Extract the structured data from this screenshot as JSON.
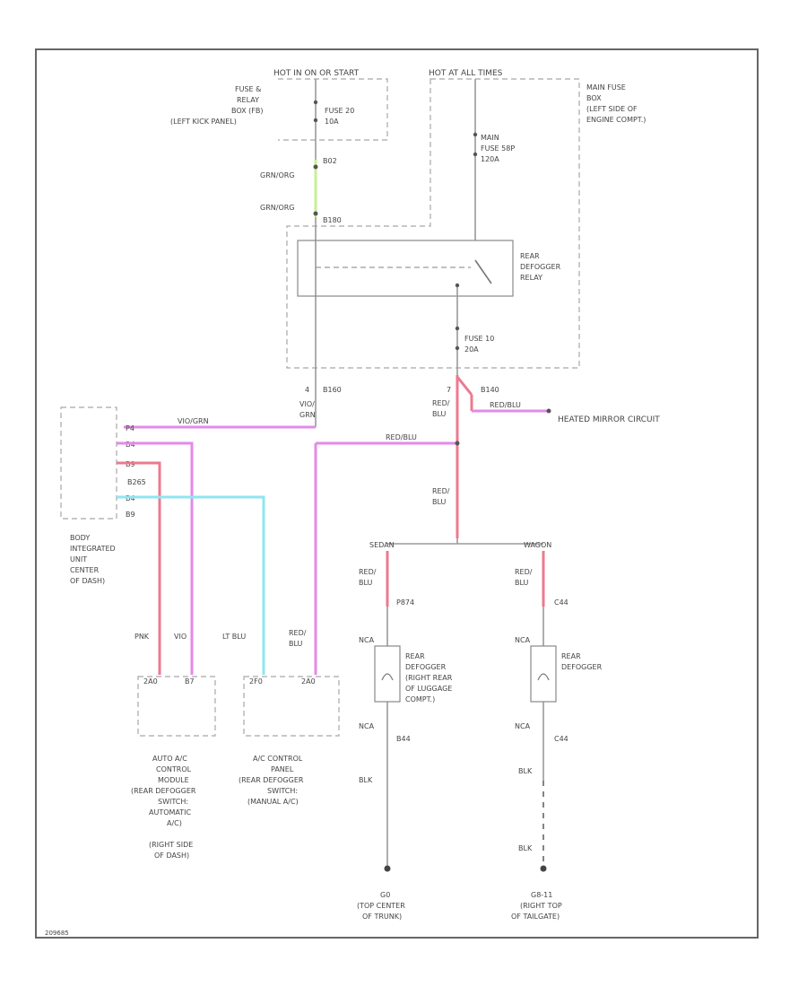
{
  "colors": {
    "wire_plain": "#9a9a9a",
    "wire_pink": "#e38ae8",
    "wire_red": "#ec7a8e",
    "wire_blue": "#8fe6f0",
    "wire_green": "#c8ef9a",
    "box_dashed": "#a8a8a8",
    "frame": "#666666",
    "text": "#444444"
  },
  "power": {
    "hot_run_start": "HOT IN ON OR START",
    "hot_all_times": "HOT AT ALL TIMES"
  },
  "fuse_box_left": {
    "label": [
      "FUSE &",
      "RELAY",
      "BOX (FB)",
      "(LEFT KICK PANEL)"
    ],
    "fuse": [
      "FUSE 20",
      "10A"
    ]
  },
  "fuse_box_right": {
    "label": [
      "MAIN FUSE",
      "BOX",
      "(LEFT SIDE OF",
      "ENGINE COMPT.)"
    ],
    "fuse": [
      "MAIN",
      "FUSE 58P",
      "120A"
    ],
    "fuse_10": [
      "FUSE 10",
      "20A"
    ]
  },
  "relay": {
    "label": [
      "REAR",
      "DEFOGGER",
      "RELAY"
    ]
  },
  "connectors": {
    "b02": "B02",
    "b180": "B180",
    "b160": "B160",
    "b140": "B140",
    "pin_4": "4",
    "pin_7": "7",
    "p874": "P874",
    "c44": "C44",
    "b44": "B44",
    "c44b": "C44",
    "b265": "B265",
    "b9": "B9"
  },
  "wires": {
    "grn_org_1": "GRN/ORG",
    "grn_org_2": "GRN/ORG",
    "vio_grn": [
      "VIO/",
      "GRN"
    ],
    "red_blu_1": [
      "RED/",
      "BLU"
    ],
    "red_blu_2": [
      "RED/",
      "BLU"
    ],
    "red_blu_horiz": "RED/BLU",
    "red_blu_mirror": "RED/BLU",
    "vio_grn_horiz": "VIO/GRN",
    "sedan": "SEDAN",
    "wagon": "WAGON",
    "red_blu_sedan": [
      "RED/",
      "BLU"
    ],
    "red_blu_wagon": [
      "RED/",
      "BLU"
    ],
    "nca_1": "NCA",
    "nca_2": "NCA",
    "nca_3": "NCA",
    "nca_4": "NCA",
    "blk_1": "BLK",
    "blk_2": "BLK",
    "blk_3": "BLK",
    "pnk": "PNK",
    "vio": "VIO",
    "lt_blu": "LT BLU",
    "red_blu_bottom": [
      "RED/",
      "BLU"
    ]
  },
  "heated_mirror": "HEATED MIRROR CIRCUIT",
  "body_unit": {
    "label": [
      "BODY",
      "INTEGRATED",
      "UNIT",
      "CENTER",
      "OF DASH)"
    ],
    "pins": [
      "P4",
      "B4",
      "B9",
      "B265",
      "B4",
      "B9"
    ]
  },
  "auto_ac": {
    "label": [
      "AUTO A/C",
      "CONTROL",
      "MODULE",
      "(REAR DEFOGGER",
      "SWITCH:",
      "AUTOMATIC",
      "A/C)",
      "(RIGHT SIDE",
      "OF DASH)"
    ],
    "pins": [
      "2A0",
      "B7"
    ]
  },
  "ac_panel": {
    "label": [
      "A/C CONTROL",
      "PANEL",
      "(REAR DEFOGGER",
      "SWITCH:",
      "(MANUAL A/C)"
    ],
    "pins": [
      "2F0",
      "2A0"
    ]
  },
  "defogger_sedan": {
    "label": [
      "REAR",
      "DEFOGGER",
      "(RIGHT REAR",
      "OF LUGGAGE",
      "COMPT.)"
    ]
  },
  "defogger_wagon": {
    "label": [
      "REAR",
      "DEFOGGER"
    ]
  },
  "ground_sedan": {
    "id": "G0",
    "label": [
      "(TOP CENTER",
      "OF TRUNK)"
    ]
  },
  "ground_wagon": {
    "id": "G8-11",
    "label": [
      "(RIGHT TOP",
      "OF TAILGATE)"
    ]
  },
  "figure_id": "209685"
}
